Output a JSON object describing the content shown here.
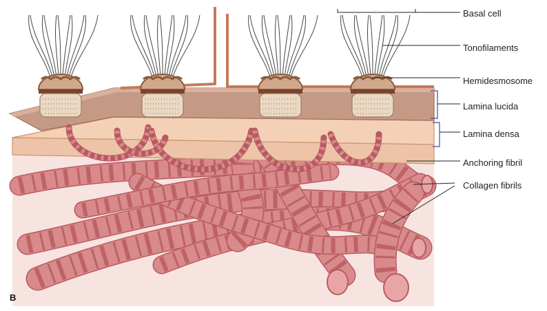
{
  "figure": {
    "panel_letter": "B",
    "labels": [
      {
        "key": "basal-cell",
        "text": "Basal cell"
      },
      {
        "key": "tonofilaments",
        "text": "Tonofilaments"
      },
      {
        "key": "hemidesmosome",
        "text": "Hemidesmosome"
      },
      {
        "key": "lamina-lucida",
        "text": "Lamina lucida"
      },
      {
        "key": "lamina-densa",
        "text": "Lamina densa"
      },
      {
        "key": "anchoring-fibril",
        "text": "Anchoring fibril"
      },
      {
        "key": "collagen-fibrils",
        "text": "Collagen fibrils"
      }
    ]
  },
  "colors": {
    "dermis_bg": "#f7e4e0",
    "lucida": "#c49a86",
    "densa": "#eec4a8",
    "cell_outline": "#c57a5a",
    "hemidesmosome": "#8a5a3c",
    "plaque": "#ead8c2",
    "fibril": "#d98a8a",
    "fibril_band": "#b85a62",
    "filament": "#444444"
  }
}
